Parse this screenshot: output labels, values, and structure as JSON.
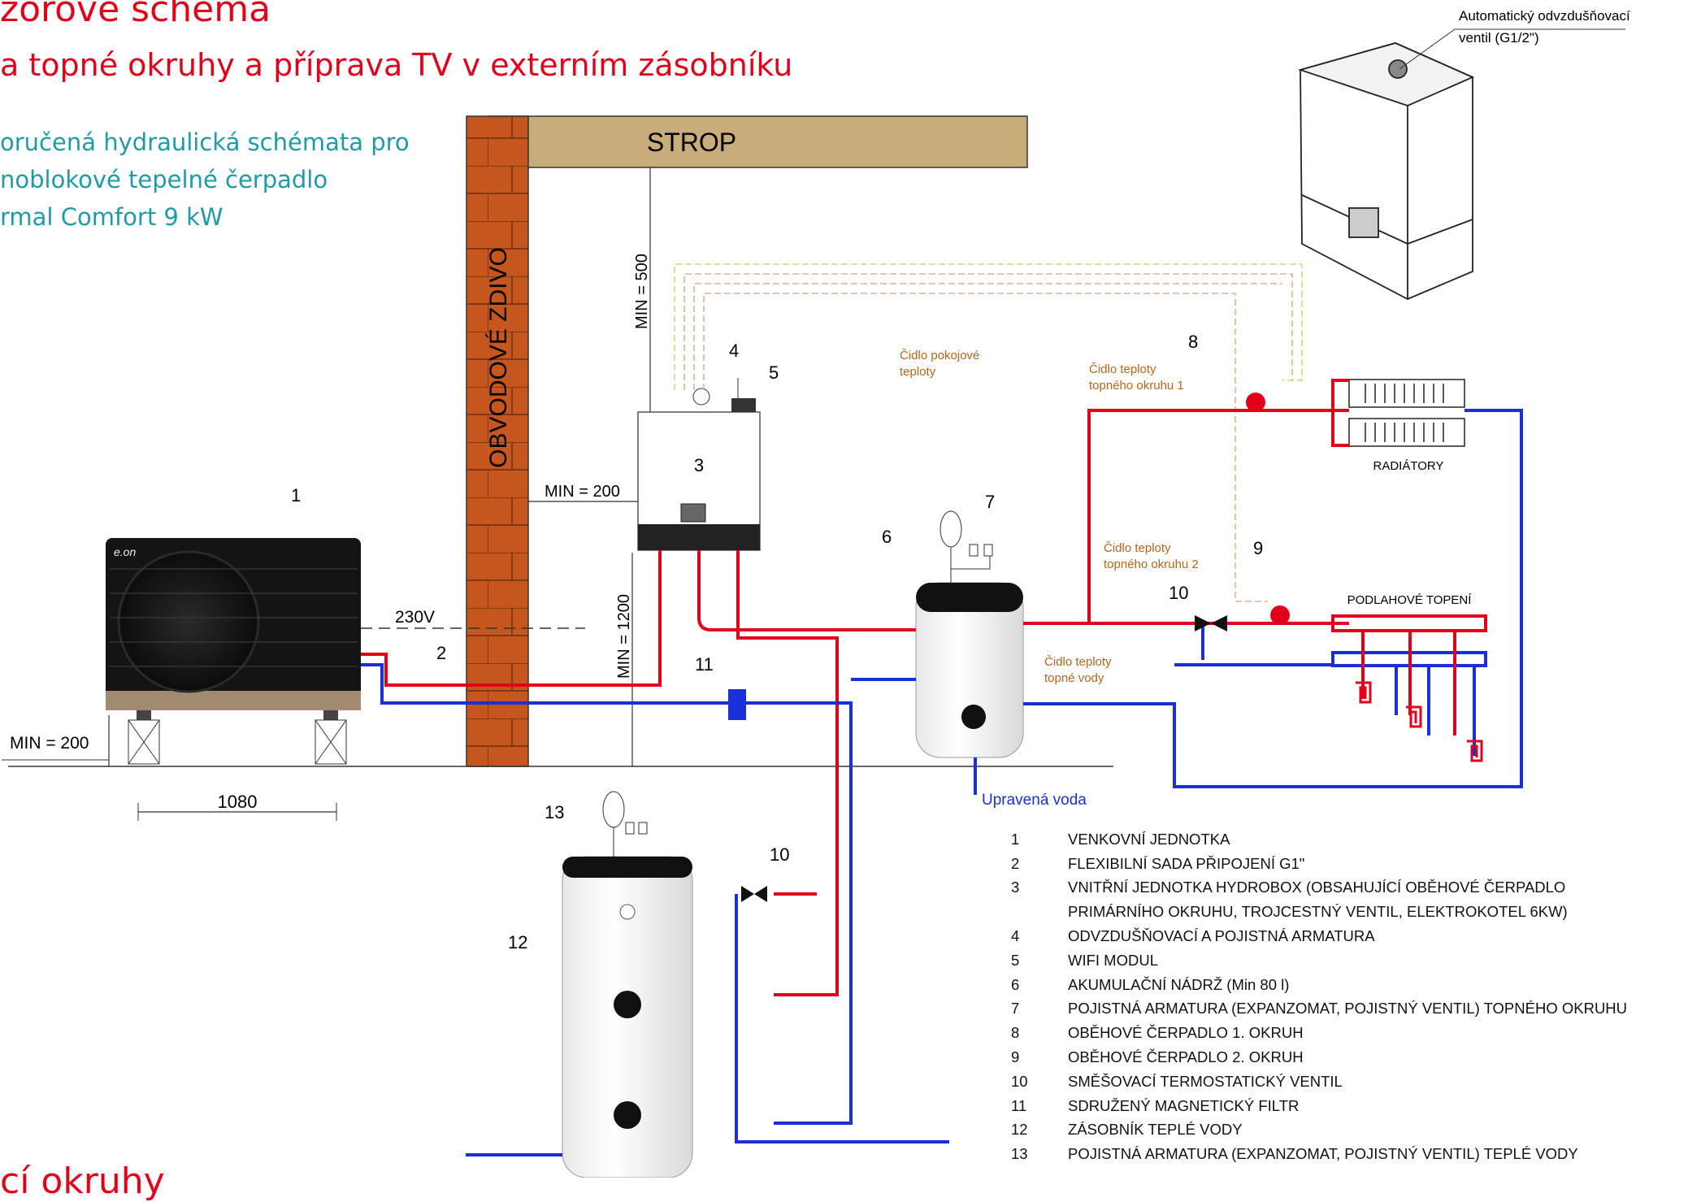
{
  "header": {
    "title": "zorové schéma",
    "subtitle": "a topné okruhy a příprava TV v externím zásobníku",
    "description_lines": [
      "oručená hydraulická schémata pro",
      "noblokové tepelné čerpadlo",
      "rmal Comfort 9 kW"
    ],
    "bottom_text": "cí okruhy"
  },
  "diagram": {
    "strop": "STROP",
    "wall": "OBVODOVÉ ZDIVO",
    "min_500": "MIN = 500",
    "min_200_wall": "MIN = 200",
    "min_1200": "MIN = 1200",
    "min_200_ground": "MIN = 200",
    "dim_1080": "1080",
    "voltage": "230V",
    "outdoor_brand": "e.on",
    "room_sensor": [
      "Čidlo pokojové",
      "teploty"
    ],
    "sensor_circuit1": [
      "Čidlo teploty",
      "topného okruhu 1"
    ],
    "sensor_circuit2": [
      "Čidlo teploty",
      "topného okruhu 2"
    ],
    "sensor_water": [
      "Čidlo teploty",
      "topné vody"
    ],
    "radiators": "RADIÁTORY",
    "floor_heating": "PODLAHOVÉ TOPENÍ",
    "treated_water": "Upravená voda",
    "air_vent": [
      "Automatický odvzdušňovací",
      "ventil (G1/2\")"
    ],
    "numbers": [
      "1",
      "2",
      "3",
      "4",
      "5",
      "6",
      "7",
      "8",
      "9",
      "10",
      "11",
      "12",
      "13",
      "10"
    ]
  },
  "legend": [
    {
      "num": "1",
      "text": "VENKOVNÍ JEDNOTKA"
    },
    {
      "num": "2",
      "text": "FLEXIBILNÍ SADA PŘIPOJENÍ  G1\""
    },
    {
      "num": "3",
      "text": "VNITŘNÍ JEDNOTKA HYDROBOX (OBSAHUJÍCÍ OBĚHOVÉ ČERPADLO"
    },
    {
      "num": "",
      "text": "PRIMÁRNÍHO OKRUHU, TROJCESTNÝ VENTIL, ELEKTROKOTEL 6KW)"
    },
    {
      "num": "4",
      "text": "ODVZDUŠŇOVACÍ A POJISTNÁ ARMATURA"
    },
    {
      "num": "5",
      "text": "WIFI MODUL"
    },
    {
      "num": "6",
      "text": "AKUMULAČNÍ NÁDRŽ (Min 80 l)"
    },
    {
      "num": "7",
      "text": "POJISTNÁ ARMATURA (EXPANZOMAT, POJISTNÝ VENTIL) TOPNÉHO OKRUHU"
    },
    {
      "num": "8",
      "text": "OBĚHOVÉ ČERPADLO 1. OKRUH"
    },
    {
      "num": "9",
      "text": "OBĚHOVÉ ČERPADLO 2. OKRUH"
    },
    {
      "num": "10",
      "text": "SMĚŠOVACÍ TERMOSTATICKÝ VENTIL"
    },
    {
      "num": "11",
      "text": "SDRUŽENÝ MAGNETICKÝ FILTR"
    },
    {
      "num": "12",
      "text": "ZÁSOBNÍK TEPLÉ VODY"
    },
    {
      "num": "13",
      "text": "POJISTNÁ ARMATURA (EXPANZOMAT, POJISTNÝ VENTIL) TEPLÉ VODY"
    }
  ],
  "colors": {
    "red": "#e2001a",
    "blue": "#1a2fd6",
    "teal": "#1f9aa6",
    "brick": "#c4561e",
    "wood": "#c8ad7a"
  }
}
